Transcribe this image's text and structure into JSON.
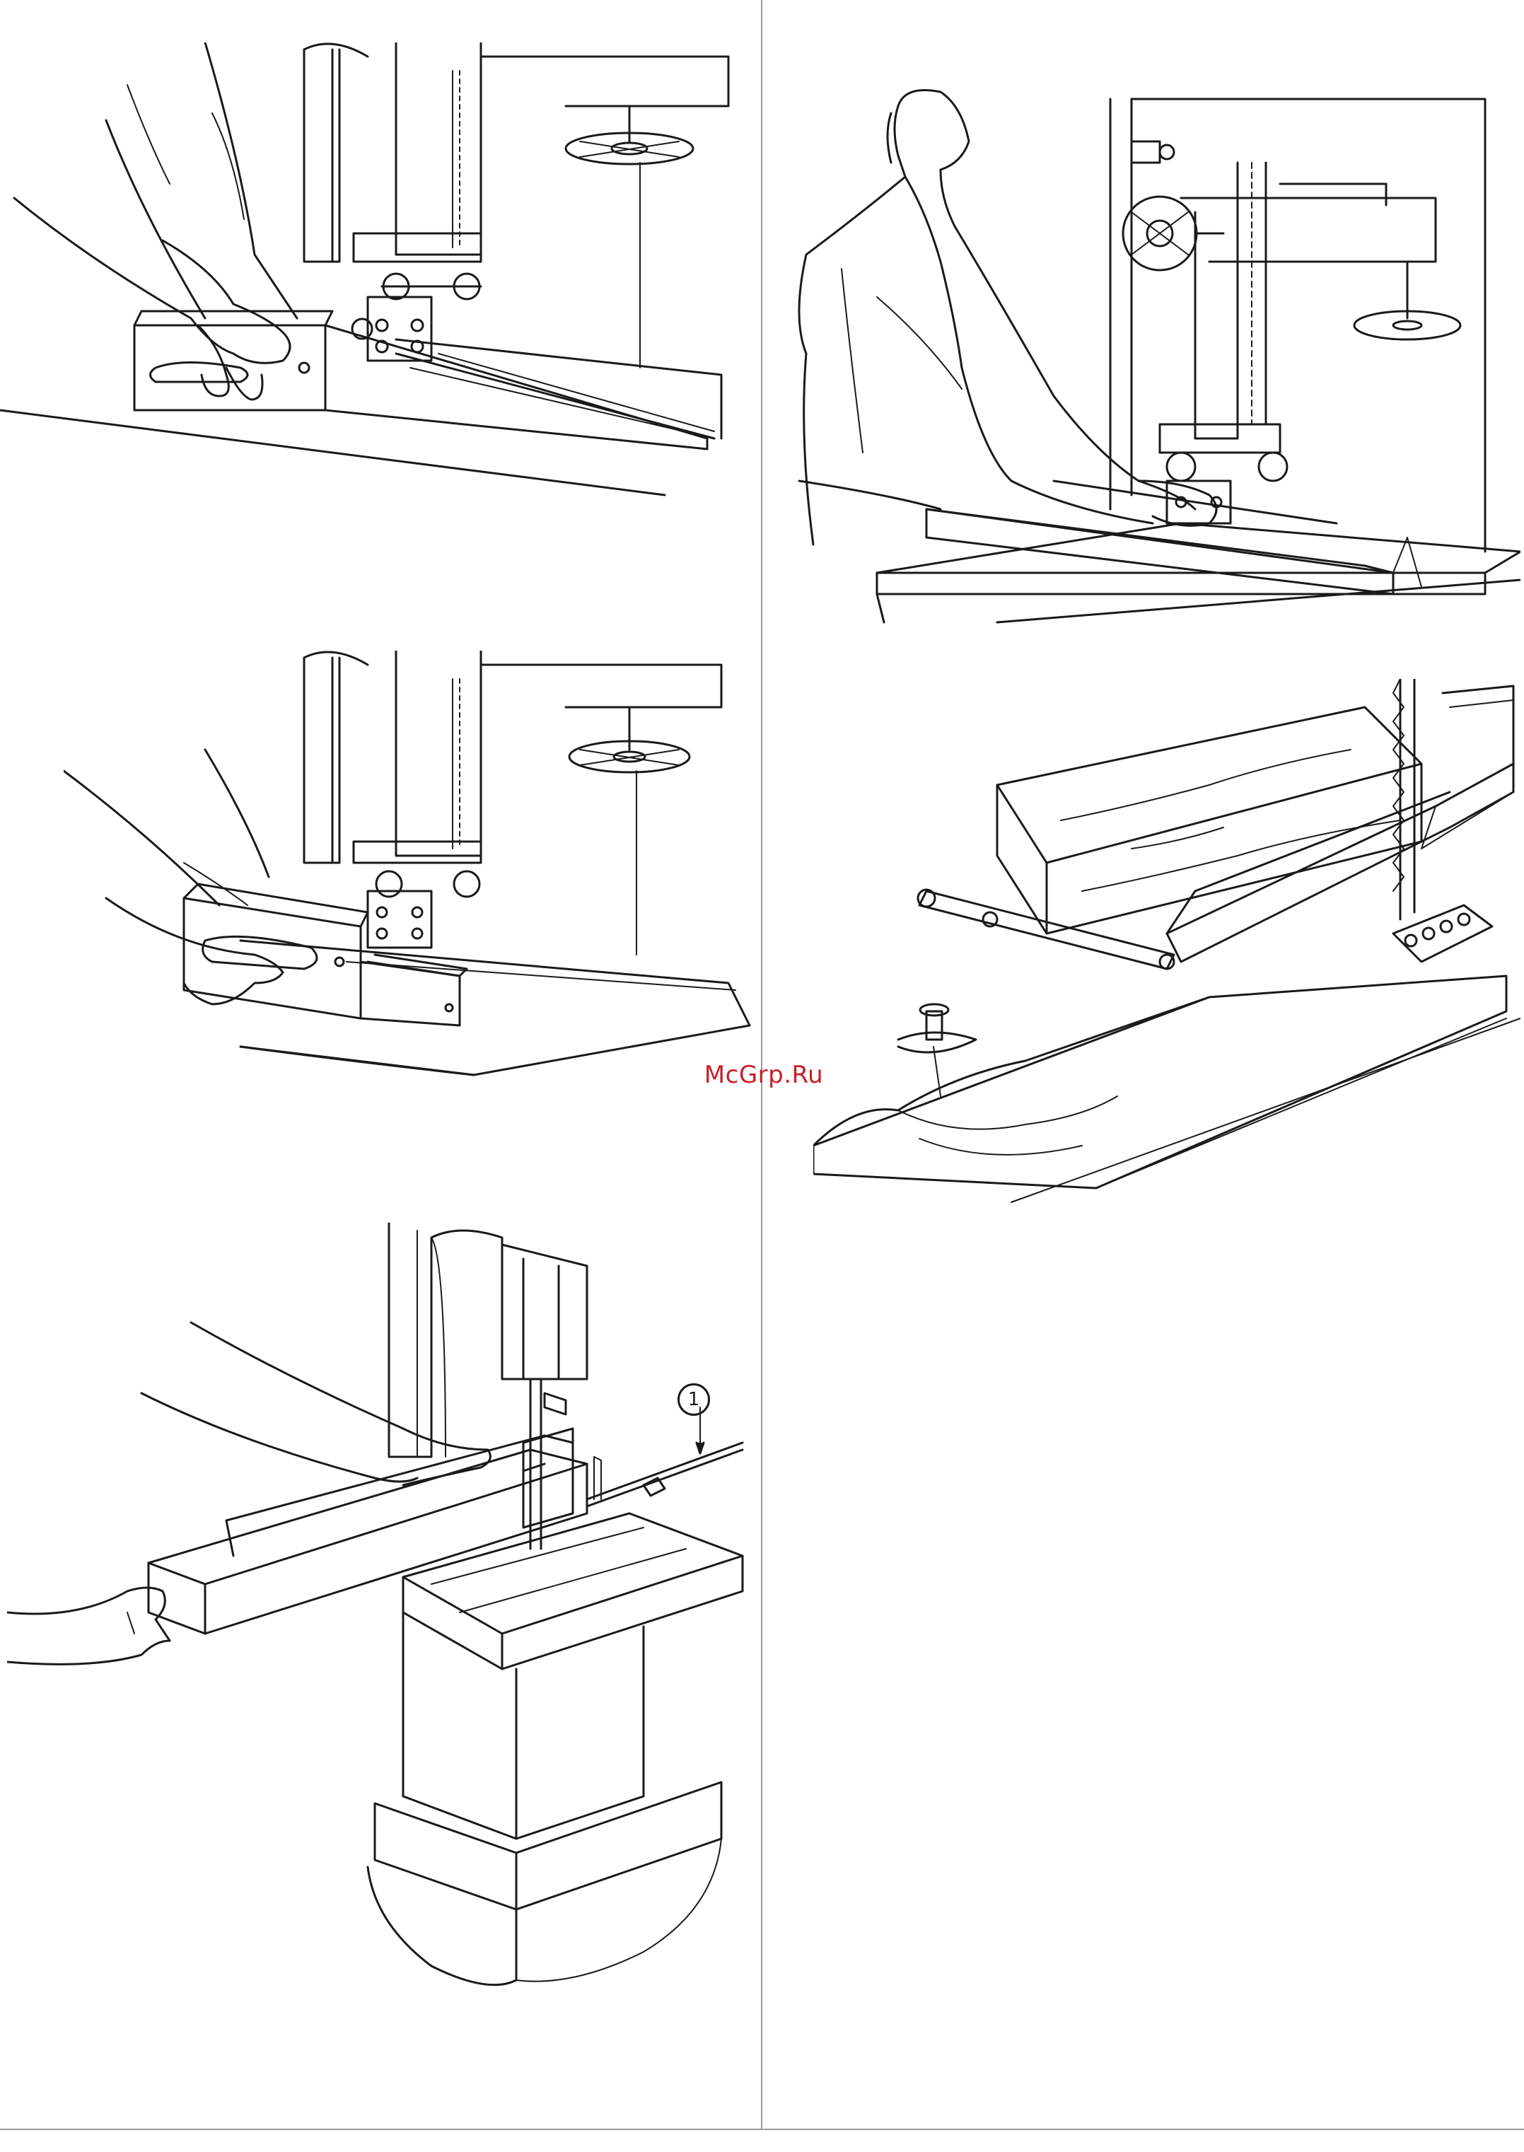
{
  "watermark": {
    "text": "McGrp.Ru",
    "color": "#c8202a"
  },
  "callouts": [
    {
      "label": "1"
    }
  ],
  "figures": [
    {
      "name": "figure-top-left",
      "subject": "hands-pushing-workpiece-with-push-stick"
    },
    {
      "name": "figure-top-right",
      "subject": "operator-ripping-board-on-bandsaw"
    },
    {
      "name": "figure-middle-left",
      "subject": "push-block-feeding-thin-stock"
    },
    {
      "name": "figure-middle-right",
      "subject": "bevel-cut-with-tilted-fence"
    },
    {
      "name": "figure-bottom-left",
      "subject": "long-workpiece-with-support-and-stop-rod"
    }
  ]
}
